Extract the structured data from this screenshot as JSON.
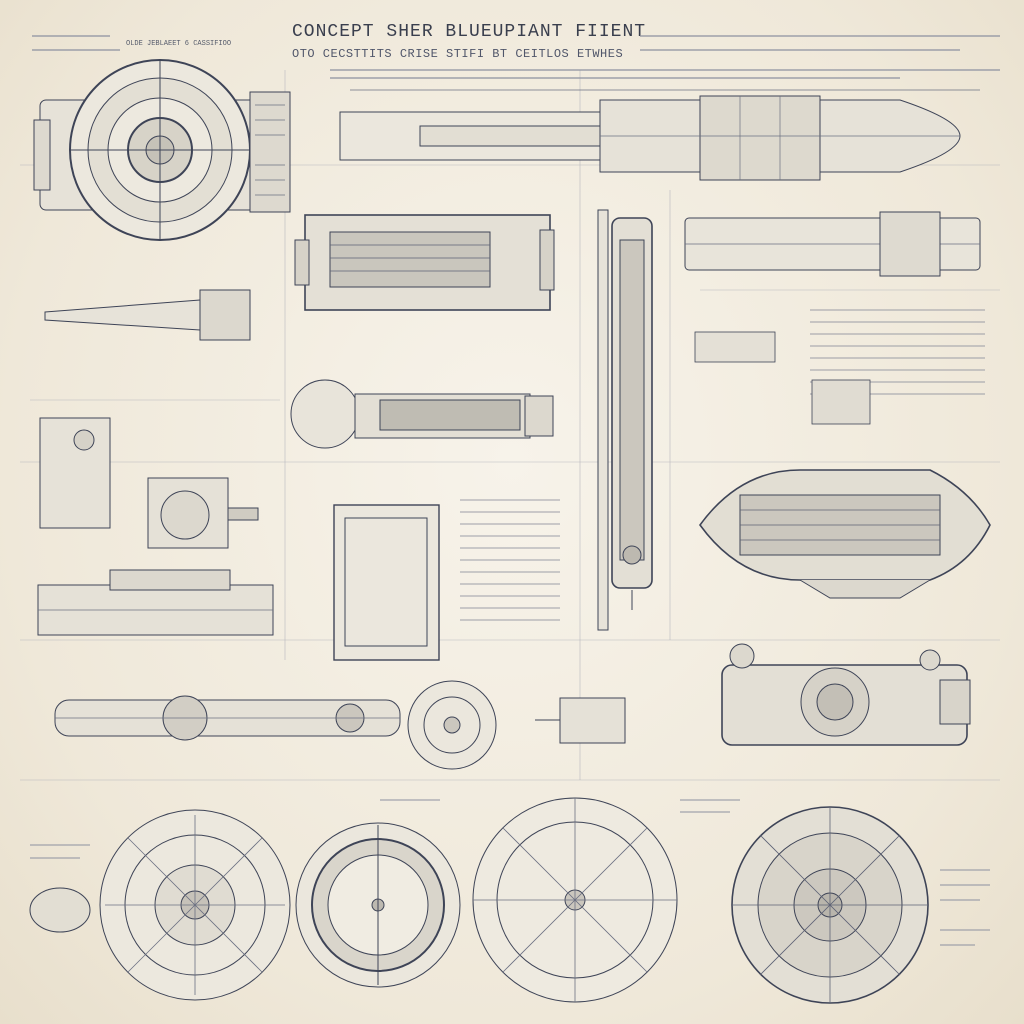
{
  "sheet": {
    "title": "CONCEPT SHER BLUEUPIANT FIIENT",
    "subtitle": "OTO CECSTTITS CRISE STIFI BT CEITLOS ETWHES",
    "corner_label": "OLDE JEBLAEET 6 CASSIFIOO"
  },
  "colors": {
    "paper": "#f2ede2",
    "ink": "#3a3f4e",
    "line": "#5a6072",
    "shade": "#8c90a0"
  }
}
